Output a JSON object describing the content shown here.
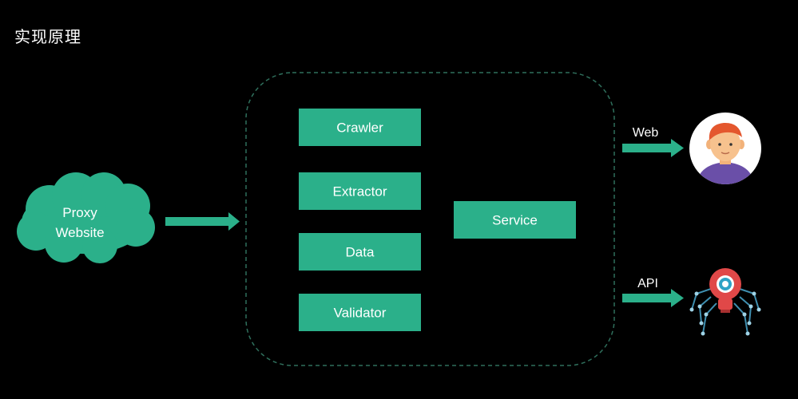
{
  "title": "实现原理",
  "colors": {
    "accent": "#2bb08a",
    "background": "#000000",
    "text": "#ffffff",
    "container_border": "#2f6f5c"
  },
  "source": {
    "line1": "Proxy",
    "line2": "Website",
    "icon": "cloud-icon"
  },
  "modules": {
    "crawler": "Crawler",
    "extractor": "Extractor",
    "data": "Data",
    "validator": "Validator",
    "service": "Service"
  },
  "outputs": {
    "web_label": "Web",
    "api_label": "API",
    "web_icon": "user-avatar-icon",
    "api_icon": "spider-robot-icon"
  }
}
